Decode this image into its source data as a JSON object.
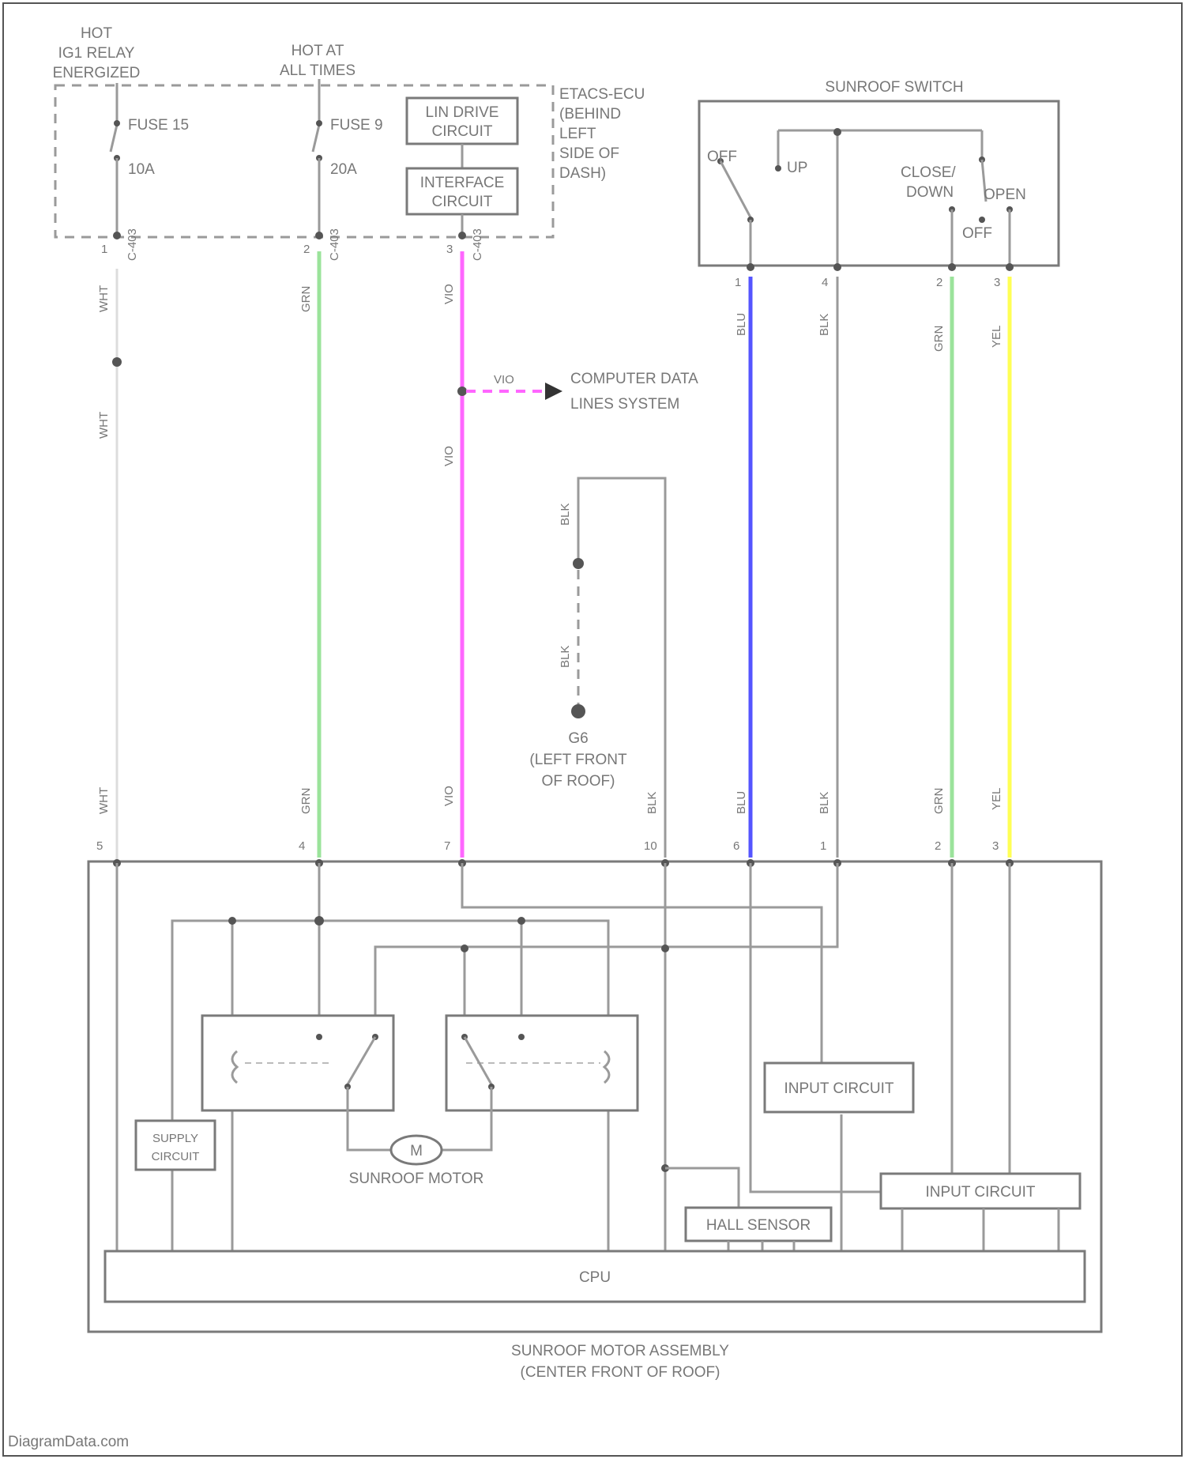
{
  "colors": {
    "WHT": "#ffffff",
    "GRN": "#9be39b",
    "VIO": "#ff66ff",
    "BLU": "#5555ff",
    "BLK": "#9a9a9a",
    "YEL": "#ffff55"
  },
  "power": {
    "relay_hot": [
      "HOT",
      "IG1 RELAY",
      "ENERGIZED"
    ],
    "always_hot": [
      "HOT AT",
      "ALL TIMES"
    ],
    "fuse_a": {
      "name": "FUSE 15",
      "rating": "10A"
    },
    "fuse_b": {
      "name": "FUSE 9",
      "rating": "20A"
    }
  },
  "etacs": {
    "label": [
      "ETACS-ECU",
      "(BEHIND",
      "LEFT",
      "SIDE OF",
      "DASH)"
    ],
    "lin_drive": [
      "LIN DRIVE",
      "CIRCUIT"
    ],
    "interface": [
      "INTERFACE",
      "CIRCUIT"
    ],
    "pins": [
      "C-403",
      "C-403",
      "C-403"
    ]
  },
  "switch": {
    "title": "SUNROOF SWITCH",
    "off_left": "OFF",
    "up": "UP",
    "close_down": [
      "CLOSE/",
      "DOWN"
    ],
    "open": "OPEN",
    "off_right": "OFF"
  },
  "wires": {
    "w1": "WHT",
    "w2": "GRN",
    "w3": "VIO",
    "w4": "BLK",
    "w5": "BLU",
    "w6": "BLK",
    "w7": "GRN",
    "w8": "YEL"
  },
  "data_line": {
    "color_code": "VIO",
    "dest": [
      "COMPUTER DATA",
      "LINES SYSTEM"
    ]
  },
  "ground": {
    "name": "G6",
    "location": [
      "(LEFT FRONT",
      "OF ROOF)"
    ]
  },
  "assembly": {
    "supply": [
      "SUPPLY",
      "CIRCUIT"
    ],
    "motor_symbol": "M",
    "motor": "SUNROOF MOTOR",
    "input_a": "INPUT CIRCUIT",
    "input_b": "INPUT CIRCUIT",
    "hall": "HALL SENSOR",
    "cpu": "CPU",
    "label": [
      "SUNROOF MOTOR ASSEMBLY",
      "(CENTER FRONT OF ROOF)"
    ],
    "pins": [
      "5",
      "4",
      "7",
      "10",
      "6",
      "1",
      "2",
      "3"
    ]
  },
  "switch_pins": [
    "1",
    "4",
    "2",
    "3"
  ],
  "etacs_pins": [
    "1",
    "2",
    "3"
  ],
  "watermark": "DiagramData.com"
}
